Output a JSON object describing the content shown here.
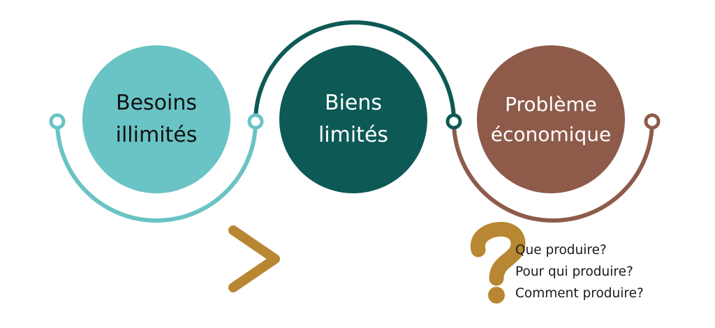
{
  "colors": {
    "teal_light": "#6AC3C4",
    "teal_dark": "#0D5955",
    "brown": "#8E5B4B",
    "gold": "#B88733"
  },
  "steps": [
    {
      "line1": "Besoins",
      "line2": "illimités"
    },
    {
      "line1": "Biens",
      "line2": "limités"
    },
    {
      "line1": "Problème",
      "line2": "économique"
    }
  ],
  "questions": [
    "Que produire?",
    "Pour qui produire?",
    "Comment produire?"
  ],
  "icons": {
    "arrow": "chevron-right-icon",
    "question": "question-mark-icon"
  }
}
